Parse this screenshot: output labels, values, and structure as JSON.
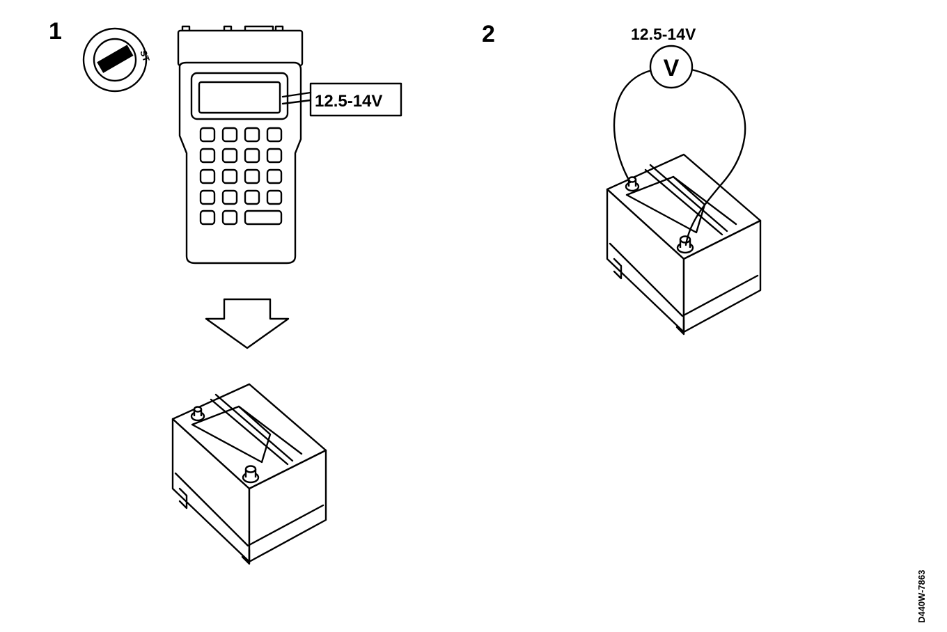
{
  "figure": {
    "step1_label": "1",
    "step2_label": "2",
    "ignition_key_mark": "ST",
    "tester_display_callout": "12.5-14V",
    "voltmeter_reading_label": "12.5-14V",
    "voltmeter_symbol": "V",
    "drawing_code": "D440W-7863"
  },
  "icons": {
    "ignition": "ignition-switch-icon",
    "tester": "hand-held-tester-icon",
    "arrow": "down-arrow-icon",
    "battery": "battery-icon",
    "voltmeter": "voltmeter-icon"
  },
  "colors": {
    "line": "#000000",
    "background": "#ffffff"
  }
}
